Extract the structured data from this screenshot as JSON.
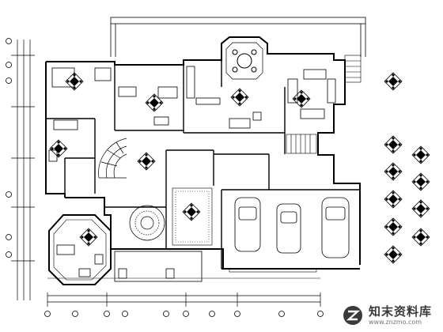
{
  "watermark": {
    "brand_cn": "知末资料库",
    "url": "www.znzmo.com"
  },
  "colors": {
    "line": "#000000",
    "paper": "#ffffff",
    "watermark_text": "#3a3a3a"
  },
  "legend_symbol": "diamond-plant-icon",
  "left_axis_markers": 6,
  "bottom_axis_markers": 10
}
